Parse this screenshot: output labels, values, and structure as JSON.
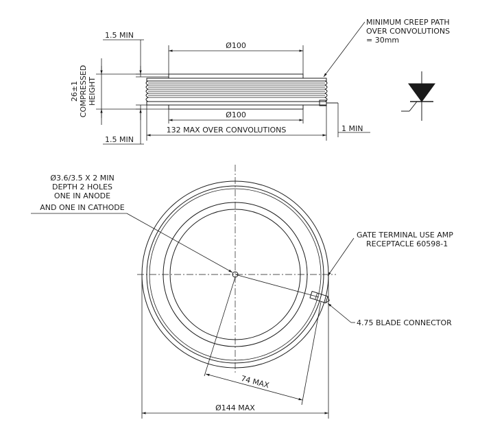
{
  "side_view": {
    "top_diameter": "Ø100",
    "bottom_diameter": "Ø100",
    "flange_top_label": "1.5 MIN",
    "flange_bottom_label": "1.5 MIN",
    "height_value": "26±1",
    "height_label_line1": "COMPRESSED",
    "height_label_line2": "HEIGHT",
    "width_label": "132 MAX OVER CONVOLUTIONS",
    "gate_clearance": "1 MIN",
    "creep_note_line1": "MINIMUM CREEP PATH",
    "creep_note_line2": "OVER CONVOLUTIONS",
    "creep_note_line3": "= 30mm"
  },
  "plan_view": {
    "hole_note_line1": "Ø3.6/3.5 X 2 MIN",
    "hole_note_line2": "DEPTH 2 HOLES",
    "hole_note_line3": "ONE IN ANODE",
    "hole_note_line4": "AND ONE IN CATHODE",
    "gate_note_line1": "GATE TERMINAL USE AMP",
    "gate_note_line2": "RECEPTACLE 60598-1",
    "blade_note": "4.75 BLADE CONNECTOR",
    "radius_label": "74 MAX",
    "diameter_label": "Ø144 MAX"
  },
  "symbol": {
    "name": "thyristor-symbol-icon"
  }
}
